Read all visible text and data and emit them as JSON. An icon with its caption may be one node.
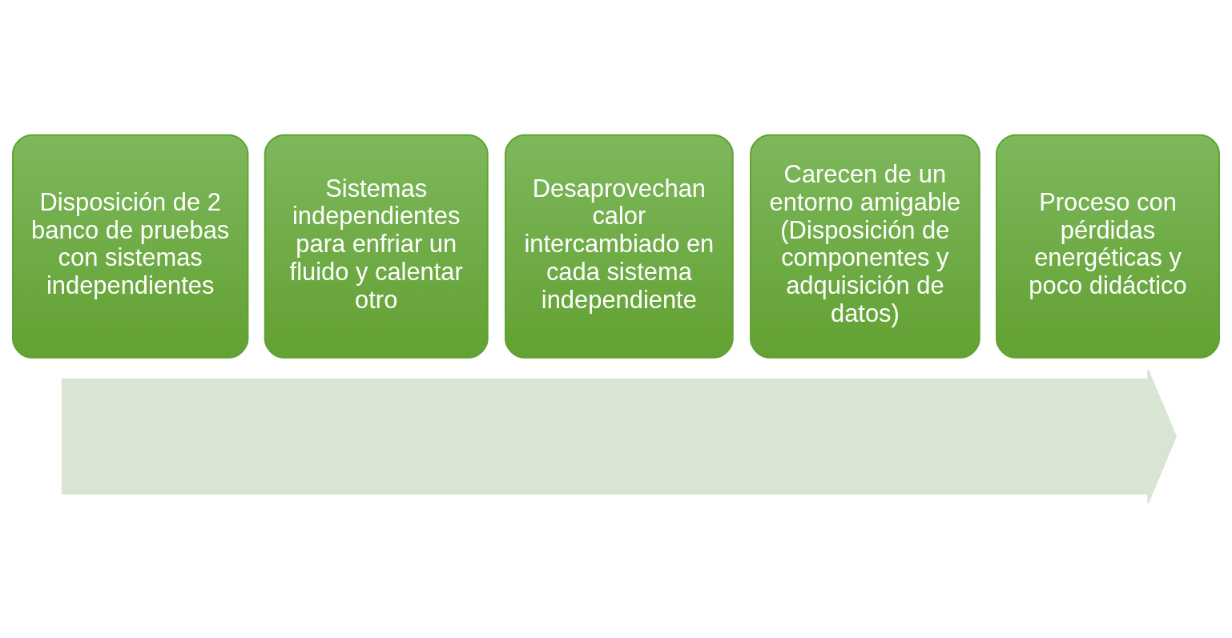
{
  "diagram": {
    "nodes": [
      {
        "text": [],
        "shape": "arrow"
      },
      {
        "text": [
          "Disposición de 2 banco de pruebas con sistemas independientes"
        ]
      },
      {
        "text": [
          "Sistemas independientes para enfriar un fluido y calentar otro"
        ]
      },
      {
        "text": [
          "Desaprovechan calor intercambiado en cada sistema independiente"
        ]
      },
      {
        "text": [
          "Carecen de un entorno amigable (Disposición de componentes y adquisición de datos)"
        ]
      },
      {
        "text": [
          "Proceso con pérdidas energéticas y poco didáctico"
        ]
      }
    ]
  }
}
